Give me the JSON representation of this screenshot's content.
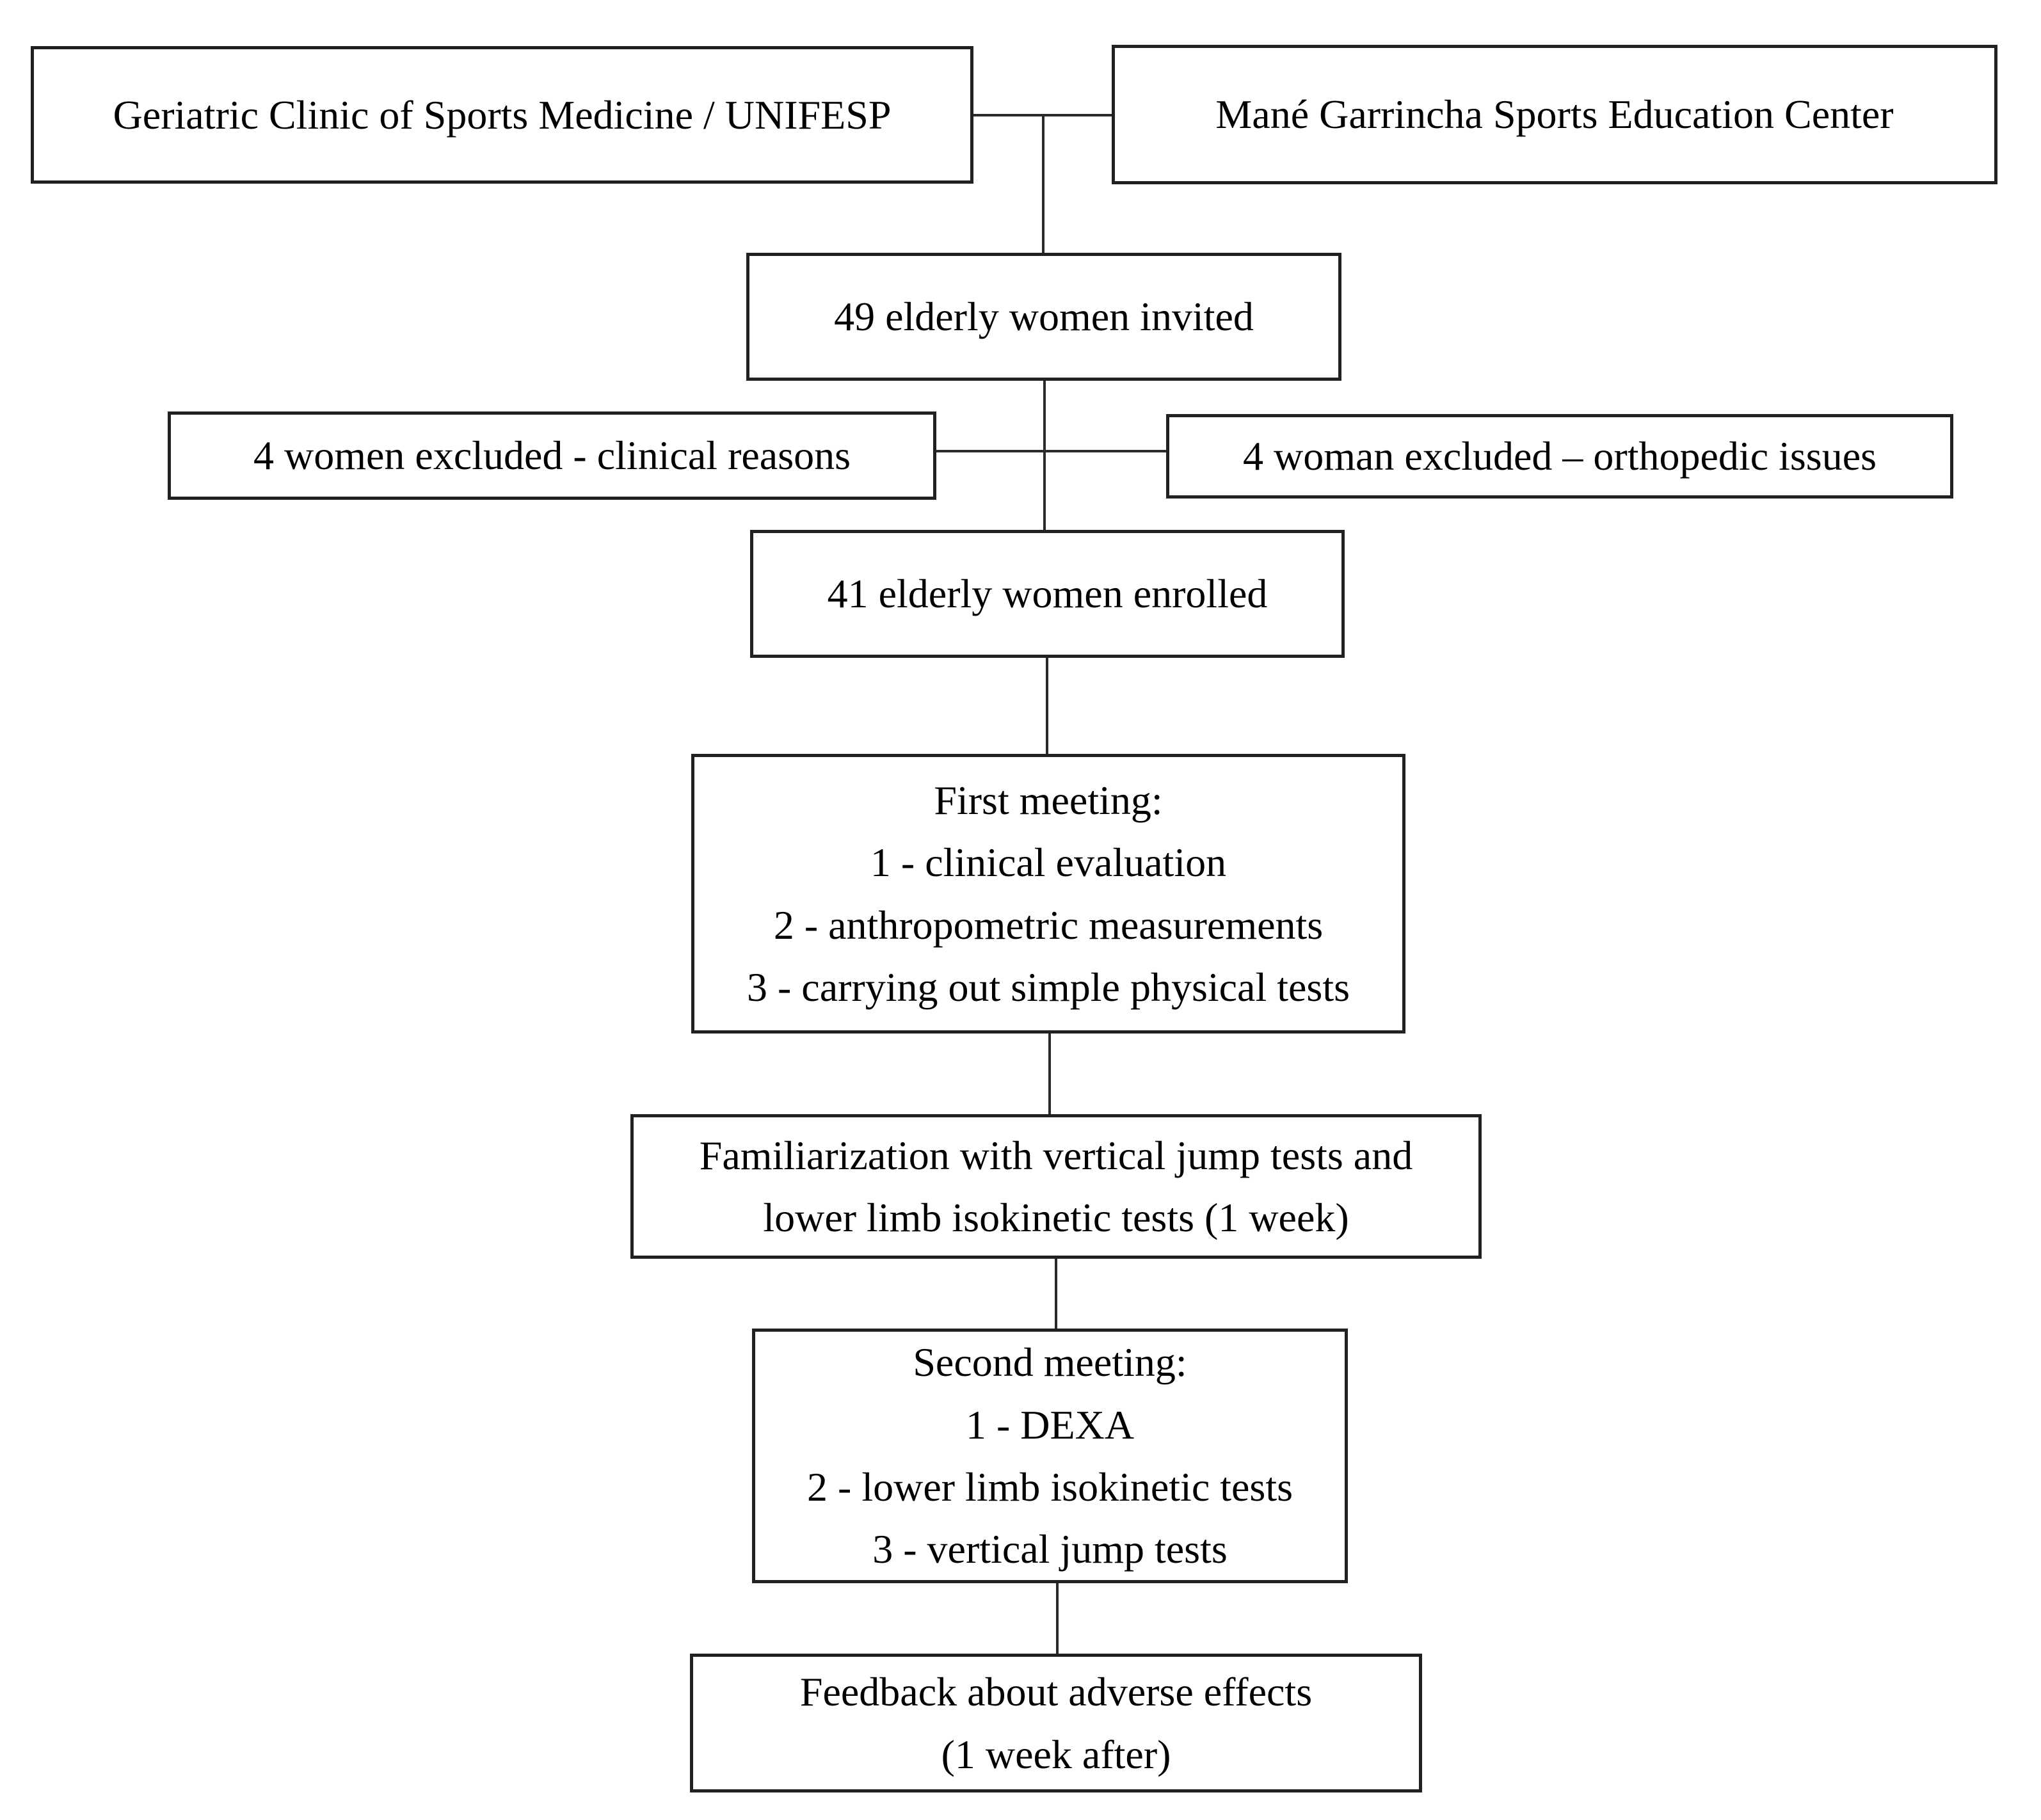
{
  "flowchart": {
    "nodes": {
      "geriatric_clinic": {
        "label": "Geriatric Clinic of Sports Medicine / UNIFESP"
      },
      "mane_garrincha": {
        "label": "Mané Garrincha Sports Education Center"
      },
      "invited": {
        "label": "49 elderly women invited"
      },
      "excluded_clinical": {
        "label": "4 women excluded - clinical reasons"
      },
      "excluded_orthopedic": {
        "label": "4 woman excluded – orthopedic issues"
      },
      "enrolled": {
        "label": "41 elderly women enrolled"
      },
      "first_meeting": {
        "lines": [
          "First meeting:",
          "1 - clinical evaluation",
          "2 - anthropometric measurements",
          "3 - carrying out simple physical tests"
        ]
      },
      "familiarization": {
        "lines": [
          "Familiarization with vertical jump tests and",
          "lower limb isokinetic tests (1 week)"
        ]
      },
      "second_meeting": {
        "lines": [
          "Second meeting:",
          "1 - DEXA",
          "2 - lower limb isokinetic tests",
          "3 - vertical jump tests"
        ]
      },
      "feedback": {
        "lines": [
          "Feedback about adverse effects",
          "(1 week after)"
        ]
      }
    },
    "edges": [
      {
        "from": "geriatric_clinic",
        "to": "mane_garrincha"
      },
      {
        "from": "geriatric_clinic",
        "to": "invited"
      },
      {
        "from": "mane_garrincha",
        "to": "invited"
      },
      {
        "from": "invited",
        "to": "enrolled"
      },
      {
        "from": "excluded_clinical",
        "to": "excluded_orthopedic"
      },
      {
        "from": "enrolled",
        "to": "first_meeting"
      },
      {
        "from": "first_meeting",
        "to": "familiarization"
      },
      {
        "from": "familiarization",
        "to": "second_meeting"
      },
      {
        "from": "second_meeting",
        "to": "feedback"
      }
    ],
    "colors": {
      "background": "#ffffff",
      "border": "#212121",
      "line": "#2a2a2a",
      "text": "#000000"
    }
  }
}
